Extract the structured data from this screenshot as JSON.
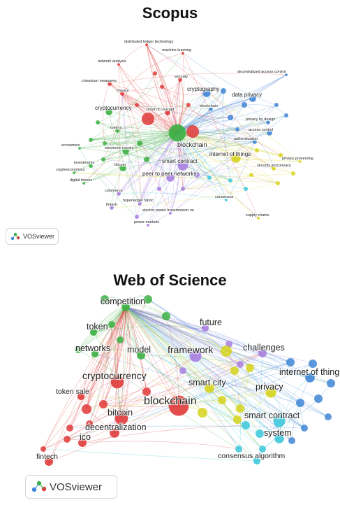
{
  "top": {
    "title": "Scopus",
    "badge": "VOSviewer",
    "nodes": [
      {
        "label": "blockchain",
        "cluster": "green",
        "size": 13
      },
      {
        "label": "distributed ledger technology",
        "cluster": "red",
        "size": 2
      },
      {
        "label": "machine learning",
        "cluster": "red",
        "size": 2
      },
      {
        "label": "network analysis",
        "cluster": "red",
        "size": 2
      },
      {
        "label": "decentralized access control",
        "cluster": "blue",
        "size": 2
      },
      {
        "label": "chromium measures",
        "cluster": "red",
        "size": 3
      },
      {
        "label": "security",
        "cluster": "red",
        "size": 3
      },
      {
        "label": "finance",
        "cluster": "red",
        "size": 3
      },
      {
        "label": "cryptography",
        "cluster": "blue",
        "size": 6
      },
      {
        "label": "data privacy",
        "cluster": "blue",
        "size": 5
      },
      {
        "label": "cryptocurrency",
        "cluster": "green",
        "size": 5
      },
      {
        "label": "proof of concept",
        "cluster": "red",
        "size": 4
      },
      {
        "label": "blockchain",
        "cluster": "blue",
        "size": 3
      },
      {
        "label": "privacy by design",
        "cluster": "blue",
        "size": 3
      },
      {
        "label": "access control",
        "cluster": "blue",
        "size": 4
      },
      {
        "label": "tokens",
        "cluster": "green",
        "size": 3
      },
      {
        "label": "authentication",
        "cluster": "blue",
        "size": 3
      },
      {
        "label": "electronic money",
        "cluster": "green",
        "size": 5
      },
      {
        "label": "internet of things",
        "cluster": "yellow",
        "size": 7
      },
      {
        "label": "privacy preserving",
        "cluster": "yellow",
        "size": 2
      },
      {
        "label": "economics",
        "cluster": "green",
        "size": 2
      },
      {
        "label": "investments",
        "cluster": "green",
        "size": 3
      },
      {
        "label": "smart contract",
        "cluster": "purple",
        "size": 8
      },
      {
        "label": "bitcoin",
        "cluster": "green",
        "size": 5
      },
      {
        "label": "cryptoeconomics",
        "cluster": "green",
        "size": 2
      },
      {
        "label": "security and privacy",
        "cluster": "yellow",
        "size": 3
      },
      {
        "label": "peer to peer networks",
        "cluster": "purple",
        "size": 6
      },
      {
        "label": "digital tokens",
        "cluster": "green",
        "size": 2
      },
      {
        "label": "consensus",
        "cluster": "cyan",
        "size": 2
      },
      {
        "label": "commerce",
        "cluster": "purple",
        "size": 3
      },
      {
        "label": "fintech",
        "cluster": "purple",
        "size": 3
      },
      {
        "label": "hyperledger fabric",
        "cluster": "purple",
        "size": 3
      },
      {
        "label": "electric power transmission ne",
        "cluster": "purple",
        "size": 2
      },
      {
        "label": "supply chains",
        "cluster": "yellow",
        "size": 2
      },
      {
        "label": "power markets",
        "cluster": "purple",
        "size": 2
      }
    ]
  },
  "bottom": {
    "title": "Web of Science",
    "badge": "VOSviewer",
    "nodes": [
      {
        "label": "competition",
        "cluster": "green",
        "size": 7
      },
      {
        "label": "token",
        "cluster": "green",
        "size": 6
      },
      {
        "label": "future",
        "cluster": "purple",
        "size": 6
      },
      {
        "label": "networks",
        "cluster": "green",
        "size": 6
      },
      {
        "label": "model",
        "cluster": "green",
        "size": 7
      },
      {
        "label": "framework",
        "cluster": "purple",
        "size": 10
      },
      {
        "label": "challenges",
        "cluster": "purple",
        "size": 7
      },
      {
        "label": "internet of things",
        "cluster": "blue",
        "size": 8
      },
      {
        "label": "cryptocurrency",
        "cluster": "red",
        "size": 11
      },
      {
        "label": "smart city",
        "cluster": "yellow",
        "size": 8
      },
      {
        "label": "privacy",
        "cluster": "yellow",
        "size": 9
      },
      {
        "label": "token sale",
        "cluster": "red",
        "size": 6
      },
      {
        "label": "blockchain",
        "cluster": "red",
        "size": 17
      },
      {
        "label": "bitcoin",
        "cluster": "red",
        "size": 11
      },
      {
        "label": "smart contract",
        "cluster": "cyan",
        "size": 10
      },
      {
        "label": "decentralization",
        "cluster": "red",
        "size": 8
      },
      {
        "label": "system",
        "cluster": "cyan",
        "size": 8
      },
      {
        "label": "ico",
        "cluster": "red",
        "size": 7
      },
      {
        "label": "consensus algorithm",
        "cluster": "cyan",
        "size": 6
      },
      {
        "label": "fintech",
        "cluster": "red",
        "size": 7
      }
    ]
  },
  "colors": {
    "red": "#e03a3a",
    "green": "#3cb043",
    "blue": "#3f86d6",
    "yellow": "#d6d41c",
    "purple": "#a97fe0",
    "cyan": "#3cc8dc"
  }
}
